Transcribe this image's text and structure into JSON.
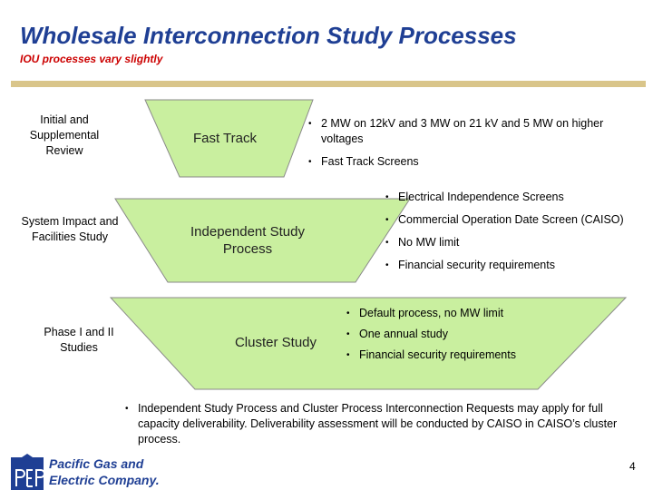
{
  "header": {
    "title": "Wholesale Interconnection Study Processes",
    "subtitle": "IOU processes vary slightly"
  },
  "sections": [
    {
      "side_label": "Initial and Supplemental Review",
      "shape_label": "Fast Track",
      "bullets": [
        "2 MW on 12kV and 3 MW on 21 kV and 5 MW on higher voltages",
        "Fast Track Screens"
      ]
    },
    {
      "side_label": "System Impact and Facilities Study",
      "shape_label": "Independent Study Process",
      "bullets": [
        "Electrical Independence Screens",
        "Commercial Operation Date Screen (CAISO)",
        "No MW limit",
        "Financial security requirements"
      ]
    },
    {
      "side_label": "Phase I and II Studies",
      "shape_label": "Cluster Study",
      "bullets": [
        "Default process, no MW limit",
        "One annual study",
        "Financial security requirements"
      ]
    }
  ],
  "note": "Independent Study Process and Cluster Process Interconnection Requests may apply for full capacity deliverability. Deliverability assessment will be conducted by CAISO in CAISO’s cluster process.",
  "footer": {
    "logo_line1": "Pacific Gas and",
    "logo_line2": "Electric Company.",
    "page_number": "4"
  },
  "colors": {
    "title": "#1f3f94",
    "subtitle": "#cc0000",
    "shape_fill": "#c9ef9f",
    "rule": "#d9c58a"
  },
  "icons": [
    "pge-logo-icon"
  ]
}
